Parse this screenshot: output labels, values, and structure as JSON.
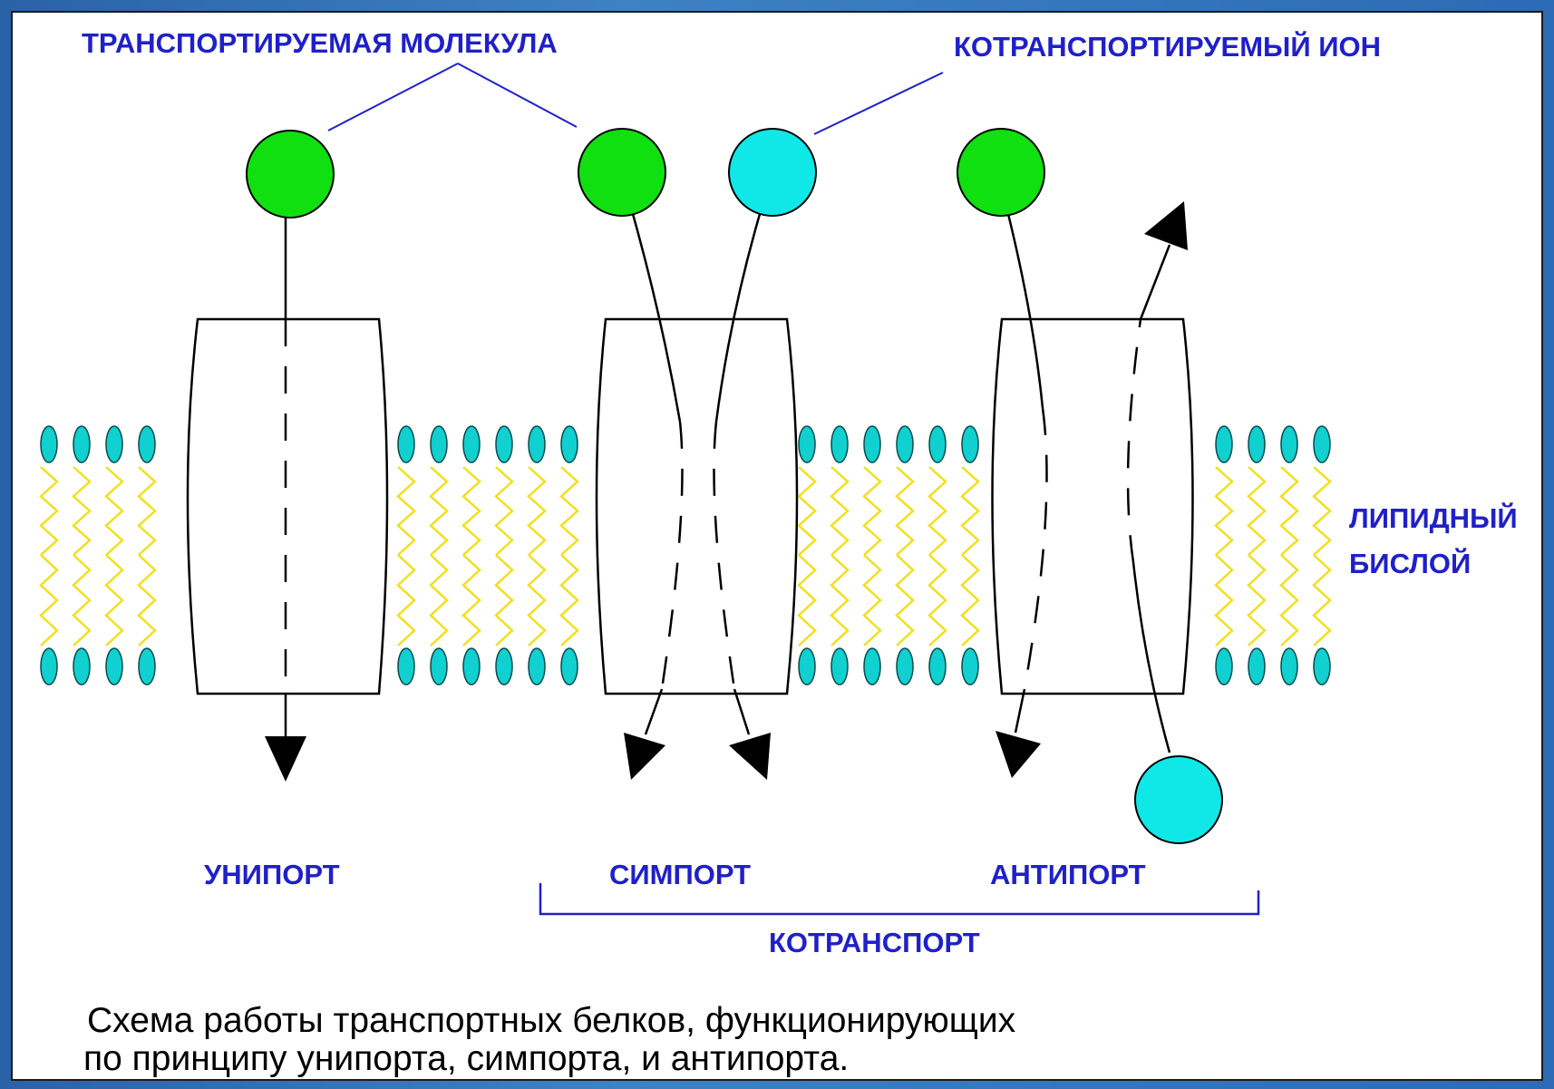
{
  "labels": {
    "transported_molecule": "ТРАНСПОРТИРУЕМАЯ МОЛЕКУЛА",
    "cotransported_ion": "КОТРАНСПОРТИРУЕМЫЙ ИОН",
    "lipid_bilayer_line1": "ЛИПИДНЫЙ",
    "lipid_bilayer_line2": "БИСЛОЙ",
    "uniport": "УНИПОРТ",
    "symport": "СИМПОРТ",
    "antiport": "АНТИПОРТ",
    "cotransport": "КОТРАНСПОРТ"
  },
  "caption": {
    "line1": "Схема работы транспортных белков, функционирующих",
    "line2": "по принципу унипорта, симпорта, и антипорта."
  },
  "colors": {
    "molecule": "#10e010",
    "ion": "#10e8e8",
    "lipid_head": "#10d0d0",
    "lipid_tail": "#f0e020",
    "label_text": "#2020c8"
  }
}
